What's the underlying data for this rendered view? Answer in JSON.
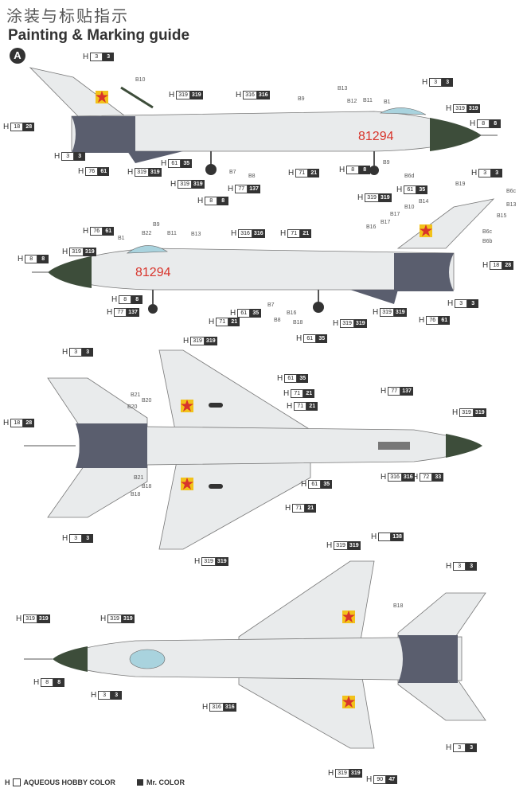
{
  "header": {
    "title_cn": "涂装与标贴指示",
    "title_en": "Painting & Marking guide",
    "variant": "A"
  },
  "aircraft": {
    "serial": "81294"
  },
  "colors": {
    "fuselage": "#e9ebec",
    "panel_gray": "#5a5e6e",
    "radome": "#3d4d3a",
    "canopy": "#a9d3de",
    "star_red": "#d8342b",
    "star_yellow": "#f2c21a"
  },
  "refs": [
    {
      "h": "H",
      "aq": "3",
      "mr": "3"
    },
    {
      "h": "H",
      "aq": "319",
      "mr": "319"
    },
    {
      "h": "H",
      "aq": "316",
      "mr": "316"
    },
    {
      "h": "H",
      "aq": "3",
      "mr": "3"
    },
    {
      "h": "H",
      "aq": "319",
      "mr": "319"
    },
    {
      "h": "H",
      "aq": "18",
      "mr": "28"
    },
    {
      "h": "H",
      "aq": "8",
      "mr": "8"
    },
    {
      "h": "H",
      "aq": "3",
      "mr": "3"
    },
    {
      "h": "H",
      "aq": "61",
      "mr": "35"
    },
    {
      "h": "H",
      "aq": "76",
      "mr": "61"
    },
    {
      "h": "H",
      "aq": "319",
      "mr": "319"
    },
    {
      "h": "H",
      "aq": "71",
      "mr": "21"
    },
    {
      "h": "H",
      "aq": "8",
      "mr": "8"
    },
    {
      "h": "H",
      "aq": "61",
      "mr": "35"
    },
    {
      "h": "H",
      "aq": "319",
      "mr": "319"
    },
    {
      "h": "H",
      "aq": "77",
      "mr": "137"
    },
    {
      "h": "H",
      "aq": "319",
      "mr": "319"
    },
    {
      "h": "H",
      "aq": "8",
      "mr": "8"
    },
    {
      "h": "H",
      "aq": "3",
      "mr": "3"
    },
    {
      "h": "H",
      "aq": "76",
      "mr": "61"
    },
    {
      "h": "H",
      "aq": "316",
      "mr": "316"
    },
    {
      "h": "H",
      "aq": "71",
      "mr": "21"
    },
    {
      "h": "H",
      "aq": "319",
      "mr": "319"
    },
    {
      "h": "H",
      "aq": "8",
      "mr": "8"
    },
    {
      "h": "H",
      "aq": "18",
      "mr": "28"
    },
    {
      "h": "H",
      "aq": "8",
      "mr": "8"
    },
    {
      "h": "H",
      "aq": "77",
      "mr": "137"
    },
    {
      "h": "H",
      "aq": "61",
      "mr": "35"
    },
    {
      "h": "H",
      "aq": "71",
      "mr": "21"
    },
    {
      "h": "H",
      "aq": "319",
      "mr": "319"
    },
    {
      "h": "H",
      "aq": "3",
      "mr": "3"
    },
    {
      "h": "H",
      "aq": "319",
      "mr": "319"
    },
    {
      "h": "H",
      "aq": "61",
      "mr": "35"
    },
    {
      "h": "H",
      "aq": "76",
      "mr": "61"
    },
    {
      "h": "H",
      "aq": "3",
      "mr": "3"
    },
    {
      "h": "H",
      "aq": "319",
      "mr": "319"
    },
    {
      "h": "H",
      "aq": "61",
      "mr": "35"
    },
    {
      "h": "H",
      "aq": "77",
      "mr": "137"
    },
    {
      "h": "H",
      "aq": "71",
      "mr": "21"
    },
    {
      "h": "H",
      "aq": "71",
      "mr": "21"
    },
    {
      "h": "H",
      "aq": "319",
      "mr": "319"
    },
    {
      "h": "H",
      "aq": "18",
      "mr": "28"
    },
    {
      "h": "H",
      "aq": "316",
      "mr": "316"
    },
    {
      "h": "H",
      "aq": "72",
      "mr": "33"
    },
    {
      "h": "H",
      "aq": "61",
      "mr": "35"
    },
    {
      "h": "H",
      "aq": "71",
      "mr": "21"
    },
    {
      "h": "H",
      "aq": "3",
      "mr": "3"
    },
    {
      "h": "H",
      "aq": "319",
      "mr": "319"
    },
    {
      "h": "H",
      "aq": "319",
      "mr": "319"
    },
    {
      "h": "H",
      "aq": "",
      "mr": "138"
    },
    {
      "h": "H",
      "aq": "3",
      "mr": "3"
    },
    {
      "h": "H",
      "aq": "319",
      "mr": "319"
    },
    {
      "h": "H",
      "aq": "319",
      "mr": "319"
    },
    {
      "h": "H",
      "aq": "8",
      "mr": "8"
    },
    {
      "h": "H",
      "aq": "3",
      "mr": "3"
    },
    {
      "h": "H",
      "aq": "316",
      "mr": "316"
    },
    {
      "h": "H",
      "aq": "3",
      "mr": "3"
    },
    {
      "h": "H",
      "aq": "319",
      "mr": "319"
    },
    {
      "h": "H",
      "aq": "90",
      "mr": "47"
    }
  ],
  "callouts": [
    "B10",
    "B13",
    "B12",
    "B11",
    "B1",
    "B9",
    "B7",
    "B8",
    "B9",
    "B6d",
    "B19",
    "B6c",
    "B13",
    "B15",
    "B14",
    "B10",
    "B17",
    "B16",
    "B17",
    "B6c",
    "B6b",
    "B9",
    "B22",
    "B11",
    "B1",
    "B13",
    "B7",
    "B16",
    "B8",
    "B18",
    "B21",
    "B20",
    "B20",
    "B21",
    "B18",
    "B18",
    "B18"
  ],
  "legend": {
    "aqueous_prefix": "H",
    "aqueous": "AQUEOUS HOBBY COLOR",
    "mr": "Mr. COLOR"
  }
}
